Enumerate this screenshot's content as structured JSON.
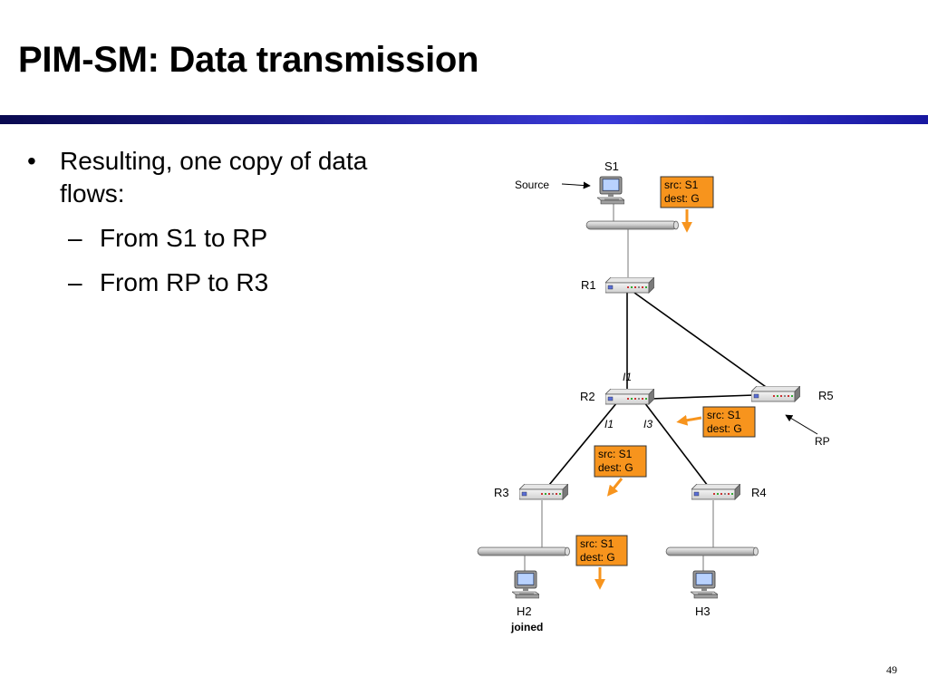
{
  "slide": {
    "title": "PIM-SM: Data transmission",
    "page_number": "49"
  },
  "bullets": {
    "main": "Resulting, one copy of data flows:",
    "glyph": "•",
    "dash": "–",
    "subs": [
      "From S1 to RP",
      "From RP to R3"
    ]
  },
  "diagram": {
    "hosts": {
      "s1": "S1",
      "h2": "H2",
      "h3": "H3"
    },
    "routers": {
      "r1": "R1",
      "r2": "R2",
      "r3": "R3",
      "r4": "R4",
      "r5": "R5"
    },
    "annotations": {
      "source": "Source",
      "rp": "RP",
      "joined": "joined"
    },
    "interfaces": {
      "r2_up": "I1",
      "r2_left": "I1",
      "r2_right": "I3"
    },
    "packet": {
      "src": "src: S1",
      "dest": "dest: G"
    },
    "colors": {
      "packet_fill": "#f7941d",
      "arrow": "#f7941d",
      "title_bar": "#2b2bc8"
    }
  }
}
